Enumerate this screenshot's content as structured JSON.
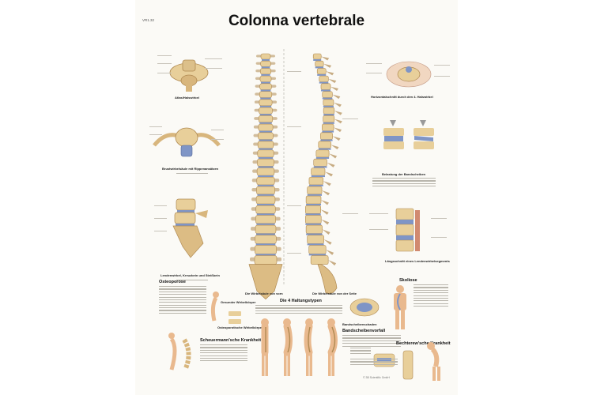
{
  "poster": {
    "code": "VR1.32",
    "title": "Colonna vertebrale"
  },
  "captions": {
    "atlas": "Atlas/Halswirbel",
    "thoracic": "Brustwirbelsäule mit Rippenansätzen",
    "lumbar": "Lendenwirbel, Kreuzbein und Steißbein",
    "front_view": "Die Wirbelsäule von vorn",
    "side_view": "Die Wirbelsäule von der Seite",
    "cross_section": "Horizontalschnitt durch den 4. Halswirbel",
    "disc_load": "Belastung der Bandscheiben",
    "longitudinal": "Längsschnitt eines Lendenwirbelsegments",
    "osteoporosis": "Osteoporose",
    "healthy_vertebra": "Gesunder Wirbelkörper",
    "osteoporotic_vertebra": "Osteoporotische Wirbelkörper",
    "healing": "Die 4 Haltungstypen",
    "herniated": "Bandscheibenvorfall",
    "scheuermann": "Scheuermann'sche Krankheit",
    "scoliosis": "Skoliose",
    "bechterew": "Bechterew'sche Krankheit",
    "disc_damage": "Bandscheibenschaden"
  },
  "footer": {
    "line1": "© 3B Scientific GmbH",
    "line2": ""
  },
  "colors": {
    "bone": "#e8cf9a",
    "bone_dark": "#b08a52",
    "disc": "#7f95c6",
    "skin": "#e9b98e"
  }
}
